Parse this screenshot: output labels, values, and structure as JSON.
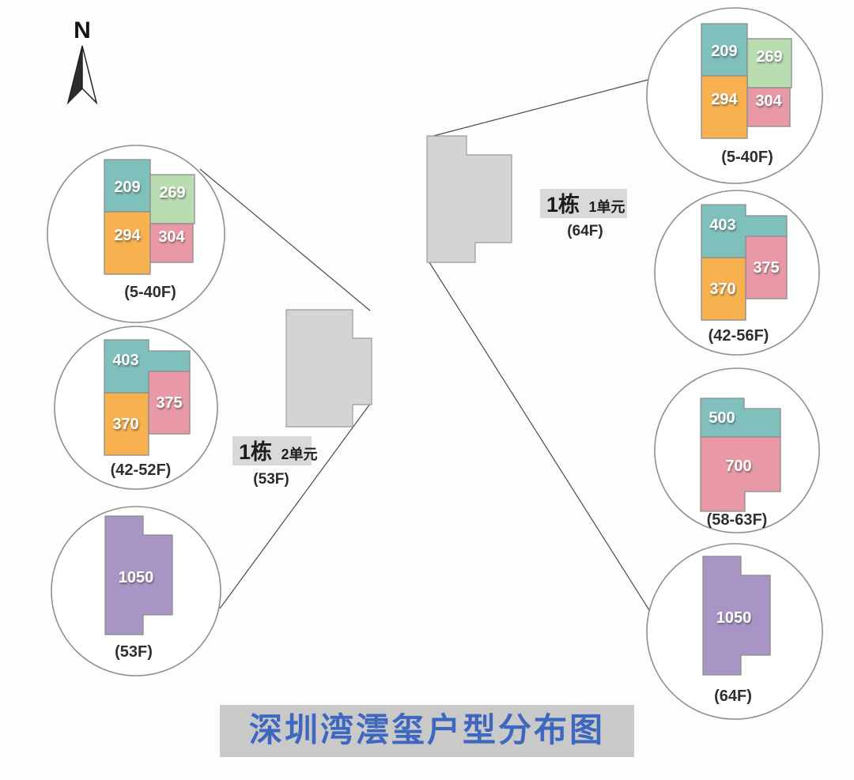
{
  "page": {
    "title": "深圳湾澐玺户型分布图"
  },
  "compass": {
    "label": "N"
  },
  "colors": {
    "teal": "#7fc0bd",
    "green": "#b9dcb0",
    "orange": "#f7b14e",
    "pink": "#e999a6",
    "purple": "#a995c5",
    "footprint": "#d4d4d4",
    "circle_stroke": "#8f8f8f",
    "title_text": "#3e68c0",
    "title_bg": "#c9c9c9",
    "label_bg": "#d9d9d9"
  },
  "buildings": [
    {
      "name": "1栋",
      "unit_name": "2单元",
      "floors": "(53F)",
      "stacks": [
        {
          "floors": "(5-40F)",
          "units": [
            {
              "area": "209",
              "color": "#7fc0bd"
            },
            {
              "area": "269",
              "color": "#b9dcb0"
            },
            {
              "area": "294",
              "color": "#f7b14e"
            },
            {
              "area": "304",
              "color": "#e999a6"
            }
          ]
        },
        {
          "floors": "(42-52F)",
          "units": [
            {
              "area": "403",
              "color": "#7fc0bd"
            },
            {
              "area": "370",
              "color": "#f7b14e"
            },
            {
              "area": "375",
              "color": "#e999a6"
            }
          ]
        },
        {
          "floors": "(53F)",
          "units": [
            {
              "area": "1050",
              "color": "#a995c5"
            }
          ]
        }
      ]
    },
    {
      "name": "1栋",
      "unit_name": "1单元",
      "floors": "(64F)",
      "stacks": [
        {
          "floors": "(5-40F)",
          "units": [
            {
              "area": "209",
              "color": "#7fc0bd"
            },
            {
              "area": "269",
              "color": "#b9dcb0"
            },
            {
              "area": "294",
              "color": "#f7b14e"
            },
            {
              "area": "304",
              "color": "#e999a6"
            }
          ]
        },
        {
          "floors": "(42-56F)",
          "units": [
            {
              "area": "403",
              "color": "#7fc0bd"
            },
            {
              "area": "370",
              "color": "#f7b14e"
            },
            {
              "area": "375",
              "color": "#e999a6"
            }
          ]
        },
        {
          "floors": "(58-63F)",
          "units": [
            {
              "area": "500",
              "color": "#7fc0bd"
            },
            {
              "area": "700",
              "color": "#e999a6"
            }
          ]
        },
        {
          "floors": "(64F)",
          "units": [
            {
              "area": "1050",
              "color": "#a995c5"
            }
          ]
        }
      ]
    }
  ]
}
